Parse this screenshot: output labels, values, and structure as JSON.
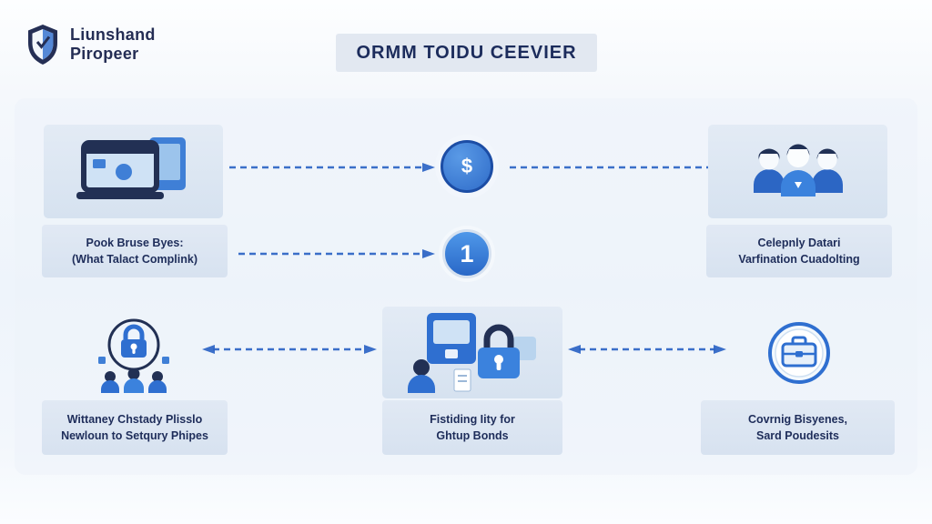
{
  "colors": {
    "accent": "#2f6fd0",
    "navy_text": "#1e2d5a",
    "panel_bg": "#dce6f2",
    "arrow": "#2b63c4",
    "background": "#f3f7fc"
  },
  "header": {
    "logo_line1": "Liunshand",
    "logo_line2": "Piropeer",
    "title": "ORMM TOIDU CEEVIER"
  },
  "badges": {
    "dollar": "$",
    "step": "1"
  },
  "labels": {
    "devices_1": "Pook Bruse Byes:",
    "devices_2": "(What Talact Complink)",
    "team_1": "Celepnly Datari",
    "team_2": "Varfination Cuadolting",
    "security_1": "Wittaney Chstady Plisslo",
    "security_2": "Newloun to Setqury Phipes",
    "vault_1": "Fistiding Iity for",
    "vault_2": "Ghtup Bonds",
    "business_1": "Covrnig Bisyenes,",
    "business_2": "Sard Poudesits"
  },
  "icons": {
    "logo": "shield-logo-icon",
    "top_left": "devices-icon",
    "center_top": "dollar-circle-icon",
    "center_mid": "step-one-badge",
    "top_right": "team-icon",
    "bottom_left": "security-emblem-icon",
    "bottom_center": "vault-lock-icon",
    "bottom_right": "briefcase-badge-icon"
  }
}
